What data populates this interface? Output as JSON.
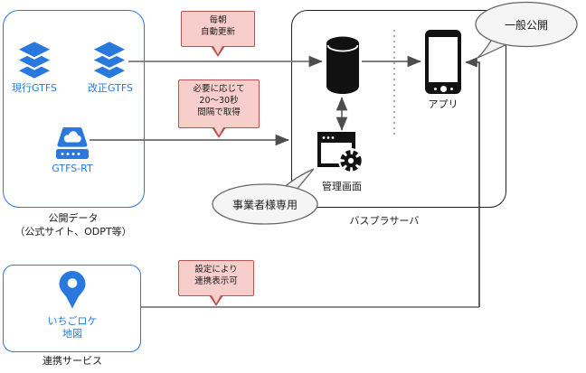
{
  "source_box": {
    "current_gtfs": "現行GTFS",
    "revised_gtfs": "改正GTFS",
    "gtfs_rt": "GTFS-RT",
    "caption_line1": "公開データ",
    "caption_line2": "（公式サイト、ODPT等）"
  },
  "server_box": {
    "app": "アプリ",
    "admin": "管理画面",
    "caption": "バスプラサーバ"
  },
  "partner_box": {
    "name_line1": "いちごロケ",
    "name_line2": "地図",
    "caption": "連携サービス"
  },
  "callouts": {
    "daily": {
      "line1": "毎朝",
      "line2": "自動更新"
    },
    "polling": {
      "line1": "必要に応じて",
      "line2": "20〜30秒",
      "line3": "間隔で取得"
    },
    "linkage": {
      "line1": "設定により",
      "line2": "連携表示可"
    }
  },
  "bubbles": {
    "public": "一般公開",
    "operator": "事業者様専用"
  },
  "colors": {
    "blue": "#2878dd",
    "callout_fill": "#f8cecc",
    "callout_border": "#b85450",
    "bubble_fill": "#f5f5f5",
    "bubble_border": "#666666",
    "connector": "#595959",
    "dashed_divider": "#9a9a9a"
  }
}
